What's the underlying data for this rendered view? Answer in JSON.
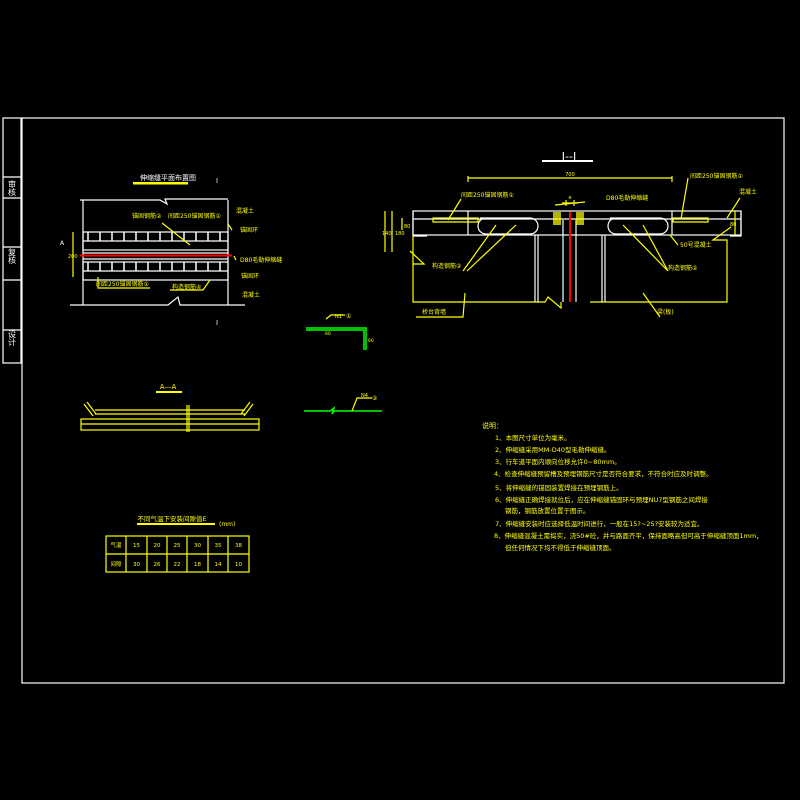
{
  "title_block": {
    "review": "审核",
    "check": "复核",
    "design": "设计"
  },
  "plan": {
    "title": "伸缩缝平面布置图",
    "section_mark": "I",
    "section_side": "A",
    "dim": "200",
    "labels": {
      "anchor_bar_2": "锚固钢筋②",
      "spacing_bar_top": "间距250锚固钢筋①",
      "concrete_top": "混凝土",
      "anchor_ring_top": "锚固环",
      "joint": "D80毛勒伸缩缝",
      "anchor_ring_bottom": "锚固环",
      "concrete_bottom": "混凝土",
      "spacing_bar_bottom": "间距250锚固钢筋①",
      "struct_bar": "构造钢筋④"
    }
  },
  "section_aa": {
    "title": "A—A"
  },
  "details": {
    "n1": "N1",
    "n1_circle": "①",
    "n1_dim": "80",
    "n1_dim_v": "60",
    "n4": "N4",
    "n4_circle": "②"
  },
  "section": {
    "title": "I--I",
    "dim_total": "700",
    "dim_h1": "140",
    "dim_h2": "180",
    "dim_h3": "80",
    "dim_h4": "80",
    "dim_gap": "e",
    "labels": {
      "spacing_bar_left": "间距250锚固钢筋①",
      "joint": "D80毛勒伸缩缝",
      "spacing_bar_right": "间距250锚固钢筋①",
      "concrete": "混凝土",
      "c50": "50号混凝土",
      "struct_bar_left": "构造钢筋②",
      "struct_bar_right": "构造钢筋②",
      "abutment": "桥台背墙",
      "beam": "梁(板)"
    }
  },
  "gap_table": {
    "title": "不同气温下安装间隙值E",
    "unit": "(mm)",
    "row_labels": [
      "气温",
      "间隙"
    ],
    "temperature": [
      "15",
      "20",
      "25",
      "30",
      "35",
      "38"
    ],
    "gap": [
      "30",
      "26",
      "22",
      "18",
      "14",
      "10"
    ]
  },
  "notes": {
    "heading": "说明：",
    "items": [
      "1、本图尺寸单位为毫米。",
      "2、伸缩缝采用MM-D40型毛勒伸缩缝。",
      "3、行车道平面内顺向位移允许0~80mm。",
      "4、检查伸缩缝预留槽及预埋钢筋尺寸是否符合要求，不符合时应及时调整。",
      "5、将伸缩缝的锚固装置焊接在预埋钢筋上。",
      "6、伸缩缝正确焊接就位后，应在伸缩缝锚固环与预埋NU7型钢筋之间焊接",
      "钢筋，钢筋放置位置于图示。",
      "7、伸缩缝安装时应选择低温时间进行，一般在15?~25?安装较为适宜。",
      "8、伸缩缝混凝土需捣实，浇50#砼，并与路面齐平，保持面略高但可高于伸缩缝顶面1mm，",
      "但任何情况下均不得低于伸缩缝顶面。"
    ]
  },
  "colors": {
    "background": "#000000",
    "frame": "#ffffff",
    "annotation": "#ffff00",
    "joint": "#ff0000",
    "detail": "#00ff00"
  }
}
